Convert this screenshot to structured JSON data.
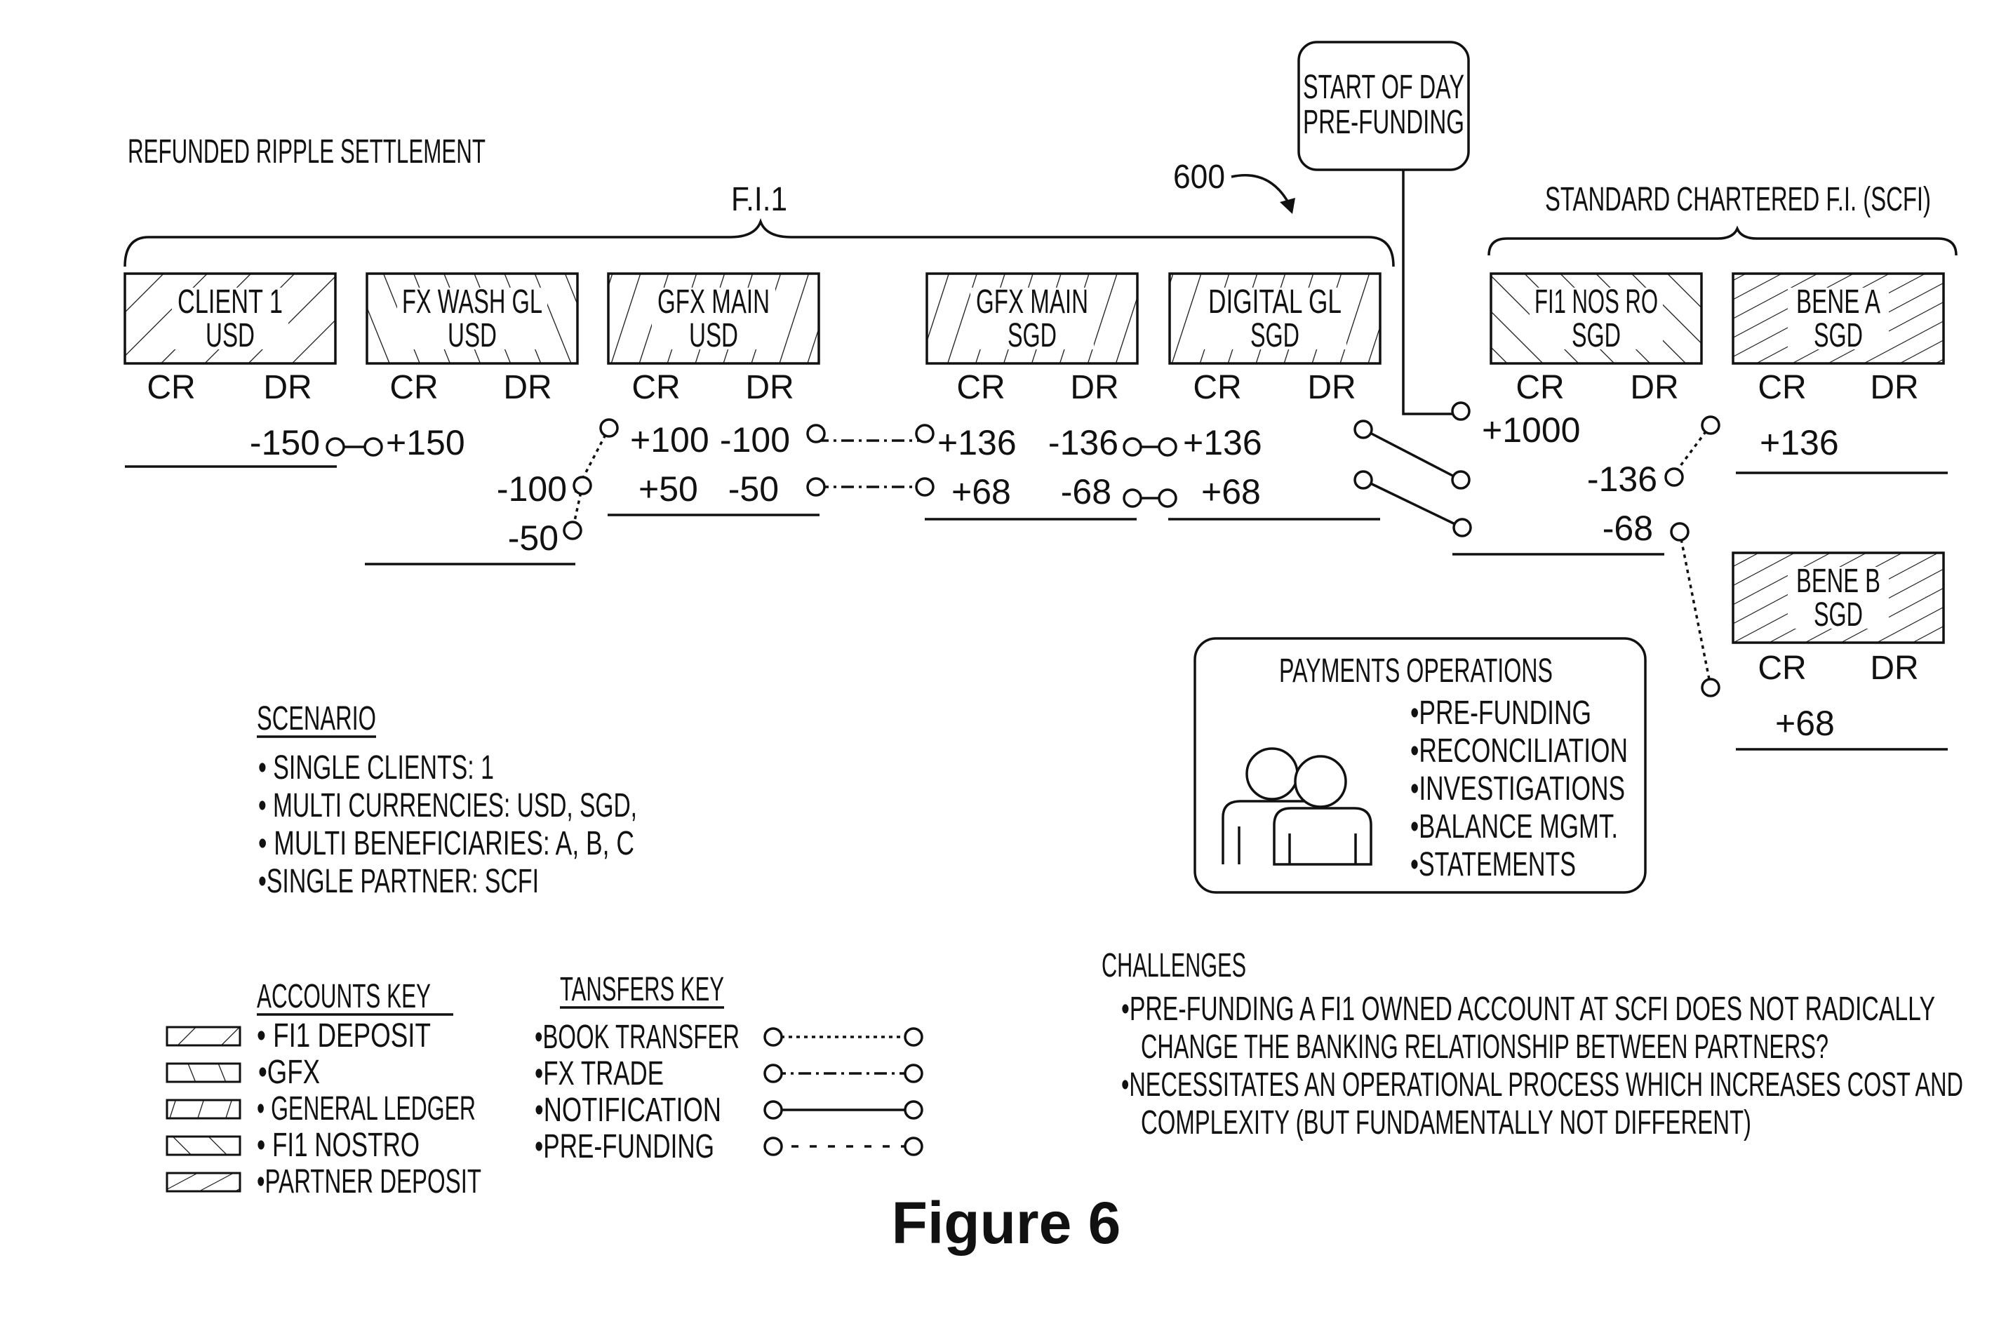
{
  "title": "REFUNDED RIPPLE SETTLEMENT",
  "figure_label": "Figure 6",
  "reference_numeral": "600",
  "start_of_day": [
    "START OF DAY",
    "PRE-FUNDING"
  ],
  "groups": {
    "fi1": "F.I.1",
    "scfi": "STANDARD CHARTERED F.I. (SCFI)"
  },
  "columns": {
    "cr": "CR",
    "dr": "DR"
  },
  "accounts": {
    "client1": [
      "CLIENT 1",
      "USD"
    ],
    "fxwash": [
      "FX WASH GL",
      "USD"
    ],
    "gfxusd": [
      "GFX MAIN",
      "USD"
    ],
    "gfxsgd": [
      "GFX MAIN",
      "SGD"
    ],
    "digital": [
      "DIGITAL GL",
      "SGD"
    ],
    "nostro": [
      "FI1 NOS RO",
      "SGD"
    ],
    "benea": [
      "BENE A",
      "SGD"
    ],
    "beneb": [
      "BENE B",
      "SGD"
    ]
  },
  "entries": {
    "client1_dr": "-150",
    "fxwash_cr": "+150",
    "fxwash_dr1": "-100",
    "fxwash_dr2": "-50",
    "gfxusd_cr1": "+100",
    "gfxusd_cr2": "+50",
    "gfxusd_dr1": "-100",
    "gfxusd_dr2": "-50",
    "gfxsgd_cr1": "+136",
    "gfxsgd_cr2": "+68",
    "gfxsgd_dr1": "-136",
    "gfxsgd_dr2": "-68",
    "digital_cr1": "+136",
    "digital_cr2": "+68",
    "nostro_cr": "+1000",
    "nostro_dr1": "-136",
    "nostro_dr2": "-68",
    "benea_cr": "+136",
    "beneb_cr": "+68"
  },
  "payments_operations": {
    "title": "PAYMENTS OPERATIONS",
    "items": [
      "•PRE-FUNDING",
      "•RECONCILIATION",
      "•INVESTIGATIONS",
      "•BALANCE MGMT.",
      "•STATEMENTS"
    ]
  },
  "scenario": {
    "title": "SCENARIO",
    "items": [
      "• SINGLE CLIENTS: 1",
      "• MULTI CURRENCIES: USD, SGD,",
      "• MULTI BENEFICIARIES: A, B, C",
      "•SINGLE PARTNER: SCFI"
    ]
  },
  "accounts_key": {
    "title": "ACCOUNTS KEY",
    "items": [
      "• FI1 DEPOSIT",
      "•GFX",
      "• GENERAL LEDGER",
      "• FI1 NOSTRO",
      "•PARTNER DEPOSIT"
    ]
  },
  "transfers_key": {
    "title": "TANSFERS KEY",
    "items": [
      "•BOOK TRANSFER",
      "•FX TRADE",
      "•NOTIFICATION",
      "•PRE-FUNDING"
    ]
  },
  "challenges": {
    "title": "CHALLENGES",
    "lines": [
      "•PRE-FUNDING A FI1 OWNED ACCOUNT AT SCFI DOES NOT RADICALLY",
      "CHANGE THE BANKING RELATIONSHIP BETWEEN PARTNERS?",
      "•NECESSITATES AN OPERATIONAL PROCESS WHICH INCREASES COST AND",
      "COMPLEXITY (BUT FUNDAMENTALLY NOT DIFFERENT)"
    ]
  }
}
